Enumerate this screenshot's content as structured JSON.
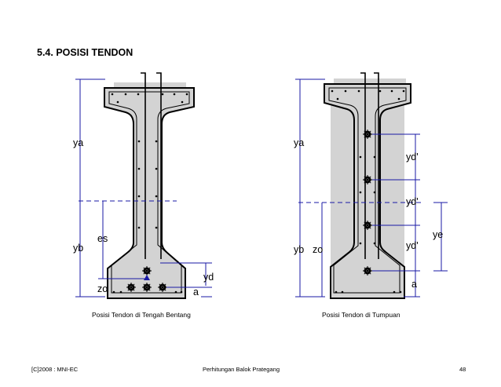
{
  "section_title": "5.4. POSISI TENDON",
  "figure_left": {
    "caption": "Posisi Tendon di Tengah Bentang",
    "labels": {
      "ya": "ya",
      "yb": "yb",
      "es": "es",
      "zo": "zo",
      "yd": "yd",
      "a": "a"
    }
  },
  "figure_right": {
    "caption": "Posisi Tendon di Tumpuan",
    "labels": {
      "ya": "ya",
      "yb": "yb",
      "zo": "zo",
      "yd1": "yd'",
      "yd2": "yd'",
      "yd3": "yd'",
      "ye": "ye",
      "a": "a"
    }
  },
  "footer": {
    "left": "[C]2008 : MNI-EC",
    "center": "Perhitungan Balok Prategang",
    "page": "48"
  },
  "colors": {
    "concrete": "#d3d3d3",
    "dimension": "#1a1aa6",
    "outline": "#000000"
  }
}
